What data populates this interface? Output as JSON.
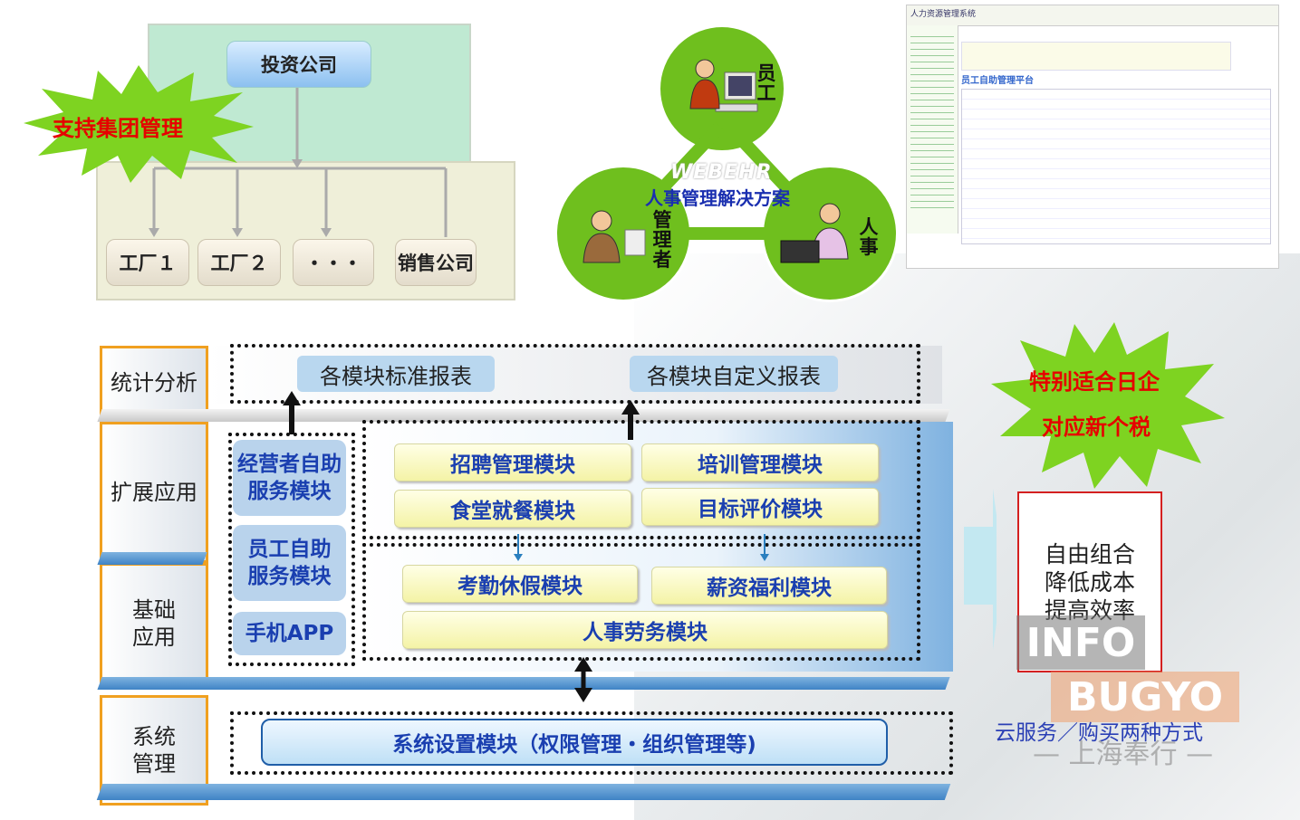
{
  "org": {
    "investment_company": "投资公司",
    "factories": [
      "工厂１",
      "工厂２",
      "・・・",
      "销售公司"
    ],
    "group_badge": "支持集团管理"
  },
  "solution": {
    "brand": "WEBEHR",
    "title": "人事管理解决方案",
    "roles": {
      "employee": "员工",
      "manager": "管理者",
      "hr": "人事"
    }
  },
  "screenshot": {
    "app_title": "人力资源管理系统",
    "panel_title": "员工自助管理平台"
  },
  "layers": {
    "stats": {
      "label": "统计分析",
      "reports": [
        "各模块标准报表",
        "各模块自定义报表"
      ]
    },
    "extended": {
      "label": "扩展应用",
      "modules": [
        "招聘管理模块",
        "培训管理模块",
        "食堂就餐模块",
        "目标评价模块"
      ]
    },
    "self_service": [
      "经营者自助\n服务模块",
      "员工自助\n服务模块",
      "手机APP"
    ],
    "basic": {
      "label": "基础\n应用",
      "modules": [
        "考勤休假模块",
        "薪资福利模块",
        "人事劳务模块"
      ]
    },
    "system": {
      "label": "系统\n管理",
      "module": "系统设置模块（权限管理・组织管理等)"
    }
  },
  "japan_badge": {
    "line1": "特别适合日企",
    "line2": "对应新个税"
  },
  "benefits": {
    "lines": [
      "自由组合",
      "降低成本",
      "提高效率"
    ]
  },
  "delivery": "云服务／购买两种方式",
  "watermark": {
    "line1": "INFO",
    "line2": "BUGYO",
    "line3": "— 上海奉行 —"
  },
  "colors": {
    "accent_green": "#6fbf1e",
    "module_text": "#1a3fb0",
    "alert_red": "#e60000",
    "border_orange": "#f0a020"
  }
}
